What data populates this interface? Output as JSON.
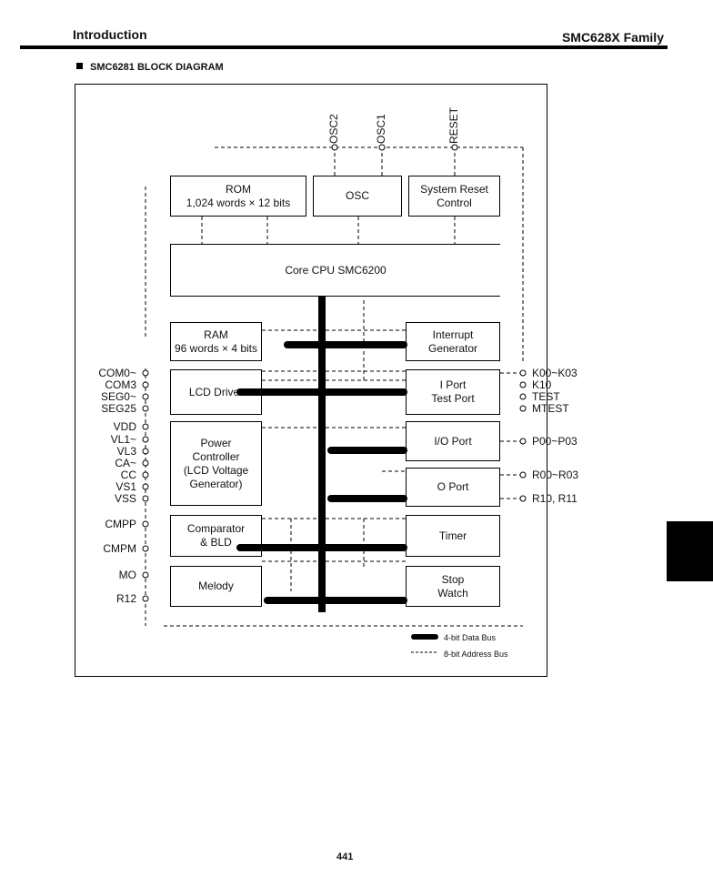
{
  "header": {
    "section": "Introduction",
    "family": "SMC628X Family"
  },
  "section_title": "SMC6281 BLOCK DIAGRAM",
  "top_pins": [
    "OSC2",
    "OSC1",
    "RESET"
  ],
  "blocks": {
    "rom": "ROM\n1,024 words  × 12 bits",
    "osc": "OSC",
    "sysreset": "System Reset\nControl",
    "core": "Core CPU SMC6200",
    "ram": "RAM\n96 words × 4 bits",
    "interrupt": "Interrupt\nGenerator",
    "lcd": "LCD Driver",
    "iport": "I Port\nTest Port",
    "power": "Power\nController\n(LCD Voltage\nGenerator)",
    "ioport": "I/O Port",
    "oport": "O Port",
    "comparator": "Comparator\n& BLD",
    "timer": "Timer",
    "melody": "Melody",
    "stopwatch": "Stop\nWatch"
  },
  "left_pins": {
    "com0": "COM0~",
    "com3": "COM3",
    "seg0": "SEG0~",
    "seg25": "SEG25",
    "vdd": "VDD",
    "vl1": "VL1~",
    "vl3": "VL3",
    "ca": "CA~",
    "cc": "CC",
    "vs1": "VS1",
    "vss": "VSS",
    "cmpp": "CMPP",
    "cmpm": "CMPM",
    "mo": "MO",
    "r12": "R12"
  },
  "right_pins": {
    "k00": "K00~K03",
    "k10": "K10",
    "test": "TEST",
    "mtest": "MTEST",
    "p00": "P00~P03",
    "r00": "R00~R03",
    "r10": "R10, R11"
  },
  "legend": {
    "data_bus": "4-bit Data Bus",
    "address_bus": "8-bit Address Bus"
  },
  "page_number": "441",
  "colors": {
    "ink": "#000000",
    "paper": "#ffffff"
  }
}
